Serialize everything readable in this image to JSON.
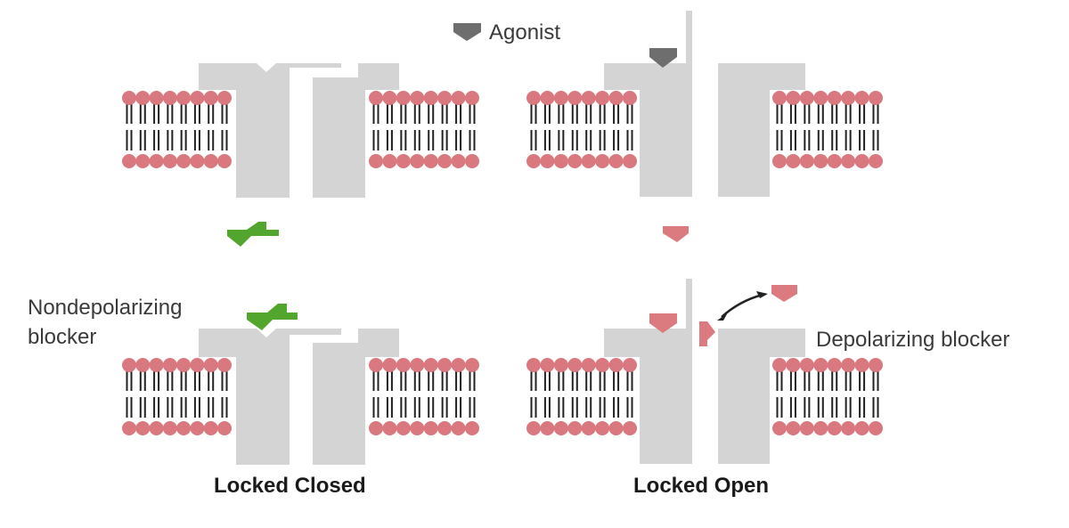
{
  "labels": {
    "agonist": "Agonist",
    "nondepolarizing_line1": "Nondepolarizing",
    "nondepolarizing_line2": "blocker",
    "depolarizing": "Depolarizing blocker"
  },
  "captions": {
    "locked_closed": "Locked Closed",
    "locked_open": "Locked Open"
  },
  "colors": {
    "channel": "#d4d4d4",
    "lipid_head": "#d9787f",
    "lipid_tail": "#222222",
    "agonist": "#6e6e6e",
    "nondepolarizing": "#52a52d",
    "depolarizing": "#dc7b7f",
    "arrow": "#222222"
  },
  "icons": {
    "agonist_legend": "agonist-wedge-icon",
    "nondepolarizing": "nondepolarizing-blocker-icon",
    "depolarizing": "depolarizing-blocker-icon",
    "arrow": "double-headed-arrow-icon"
  }
}
